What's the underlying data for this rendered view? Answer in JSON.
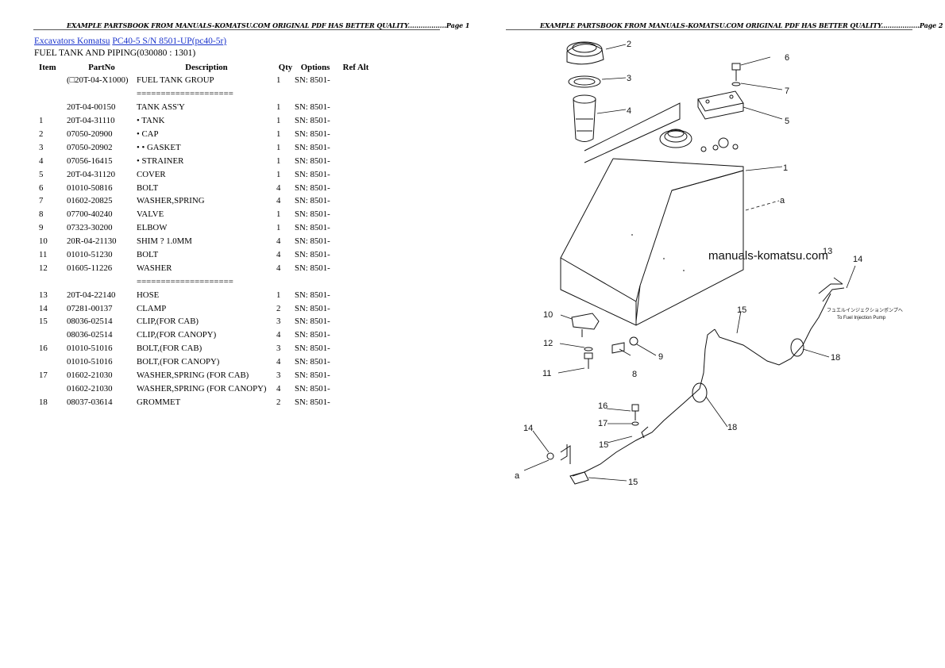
{
  "header_left": "EXAMPLE PARTSBOOK FROM MANUALS-KOMATSU.COM ORIGINAL PDF HAS BETTER QUALITY..................Page 1",
  "header_right": "EXAMPLE PARTSBOOK FROM MANUALS-KOMATSU.COM ORIGINAL PDF HAS BETTER QUALITY..................Page 2",
  "breadcrumb": {
    "link1": "Excavators Komatsu",
    "link2": "PC40-5 S/N 8501-UP(pc40-5r)"
  },
  "section_title": "FUEL TANK AND PIPING(030080 : 1301)",
  "columns": {
    "item": "Item",
    "partno": "PartNo",
    "description": "Description",
    "qty": "Qty",
    "options": "Options",
    "refalt": "Ref Alt"
  },
  "rows": [
    {
      "item": "",
      "partno": "(□20T-04-X1000)",
      "desc": "FUEL TANK GROUP",
      "qty": "1",
      "opt": "SN: 8501-"
    },
    {
      "item": "",
      "partno": "",
      "desc": "====================",
      "qty": "",
      "opt": ""
    },
    {
      "item": "",
      "partno": "20T-04-00150",
      "desc": "TANK ASS'Y",
      "qty": "1",
      "opt": "SN: 8501-"
    },
    {
      "item": "1",
      "partno": "20T-04-31110",
      "desc": "• TANK",
      "qty": "1",
      "opt": "SN: 8501-"
    },
    {
      "item": "2",
      "partno": "07050-20900",
      "desc": "• CAP",
      "qty": "1",
      "opt": "SN: 8501-"
    },
    {
      "item": "3",
      "partno": "07050-20902",
      "desc": "• • GASKET",
      "qty": "1",
      "opt": "SN: 8501-"
    },
    {
      "item": "4",
      "partno": "07056-16415",
      "desc": "• STRAINER",
      "qty": "1",
      "opt": "SN: 8501-"
    },
    {
      "item": "5",
      "partno": "20T-04-31120",
      "desc": "COVER",
      "qty": "1",
      "opt": "SN: 8501-"
    },
    {
      "item": "6",
      "partno": "01010-50816",
      "desc": "BOLT",
      "qty": "4",
      "opt": "SN: 8501-"
    },
    {
      "item": "7",
      "partno": "01602-20825",
      "desc": "WASHER,SPRING",
      "qty": "4",
      "opt": "SN: 8501-"
    },
    {
      "item": "8",
      "partno": "07700-40240",
      "desc": "VALVE",
      "qty": "1",
      "opt": "SN: 8501-"
    },
    {
      "item": "9",
      "partno": "07323-30200",
      "desc": "ELBOW",
      "qty": "1",
      "opt": "SN: 8501-"
    },
    {
      "item": "10",
      "partno": "20R-04-21130",
      "desc": "SHIM ? 1.0MM",
      "qty": "4",
      "opt": "SN: 8501-"
    },
    {
      "item": "11",
      "partno": "01010-51230",
      "desc": "BOLT",
      "qty": "4",
      "opt": "SN: 8501-"
    },
    {
      "item": "12",
      "partno": "01605-11226",
      "desc": "WASHER",
      "qty": "4",
      "opt": "SN: 8501-"
    },
    {
      "item": "",
      "partno": "",
      "desc": "====================",
      "qty": "",
      "opt": ""
    },
    {
      "item": "13",
      "partno": "20T-04-22140",
      "desc": "HOSE",
      "qty": "1",
      "opt": "SN: 8501-"
    },
    {
      "item": "14",
      "partno": "07281-00137",
      "desc": "CLAMP",
      "qty": "2",
      "opt": "SN: 8501-"
    },
    {
      "item": "15",
      "partno": "08036-02514",
      "desc": "CLIP,(FOR CAB)",
      "qty": "3",
      "opt": "SN: 8501-"
    },
    {
      "item": "",
      "partno": "08036-02514",
      "desc": "CLIP,(FOR CANOPY)",
      "qty": "4",
      "opt": "SN: 8501-"
    },
    {
      "item": "16",
      "partno": "01010-51016",
      "desc": "BOLT,(FOR CAB)",
      "qty": "3",
      "opt": "SN: 8501-"
    },
    {
      "item": "",
      "partno": "01010-51016",
      "desc": "BOLT,(FOR CANOPY)",
      "qty": "4",
      "opt": "SN: 8501-"
    },
    {
      "item": "17",
      "partno": "01602-21030",
      "desc": "WASHER,SPRING (FOR CAB)",
      "qty": "3",
      "opt": "SN: 8501-"
    },
    {
      "item": "",
      "partno": "01602-21030",
      "desc": "WASHER,SPRING (FOR CANOPY)",
      "qty": "4",
      "opt": "SN: 8501-"
    },
    {
      "item": "18",
      "partno": "08037-03614",
      "desc": "GROMMET",
      "qty": "2",
      "opt": "SN: 8501-"
    }
  ],
  "diagram": {
    "watermark": "manuals-komatsu.com",
    "callouts": [
      "1",
      "2",
      "3",
      "4",
      "5",
      "6",
      "7",
      "8",
      "9",
      "10",
      "11",
      "12",
      "13",
      "14",
      "15",
      "16",
      "17",
      "18"
    ],
    "callout_a": "a",
    "note_jp": "フュエルインジェクションポンプへ",
    "note_en": "To Fuel Injection Pump"
  }
}
